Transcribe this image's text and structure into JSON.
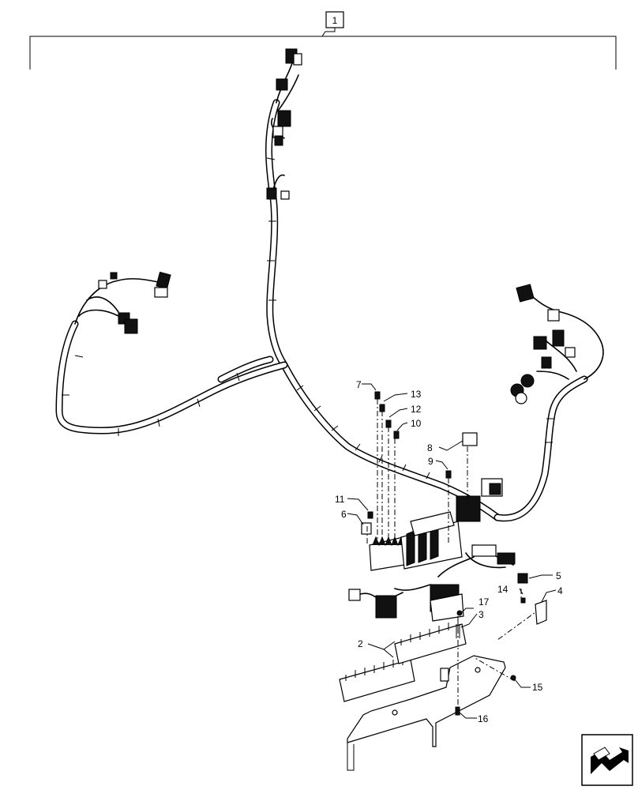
{
  "assembly_label": "1",
  "callouts": [
    {
      "id": "c2",
      "text": "2"
    },
    {
      "id": "c3",
      "text": "3"
    },
    {
      "id": "c4",
      "text": "4"
    },
    {
      "id": "c5",
      "text": "5"
    },
    {
      "id": "c6",
      "text": "6"
    },
    {
      "id": "c7",
      "text": "7"
    },
    {
      "id": "c8",
      "text": "8"
    },
    {
      "id": "c9",
      "text": "9"
    },
    {
      "id": "c10",
      "text": "10"
    },
    {
      "id": "c11",
      "text": "11"
    },
    {
      "id": "c12",
      "text": "12"
    },
    {
      "id": "c13",
      "text": "13"
    },
    {
      "id": "c14",
      "text": "14"
    },
    {
      "id": "c15",
      "text": "15"
    },
    {
      "id": "c16",
      "text": "16"
    },
    {
      "id": "c17",
      "text": "17"
    }
  ],
  "nav_icon": "next-page-arrow-icon"
}
